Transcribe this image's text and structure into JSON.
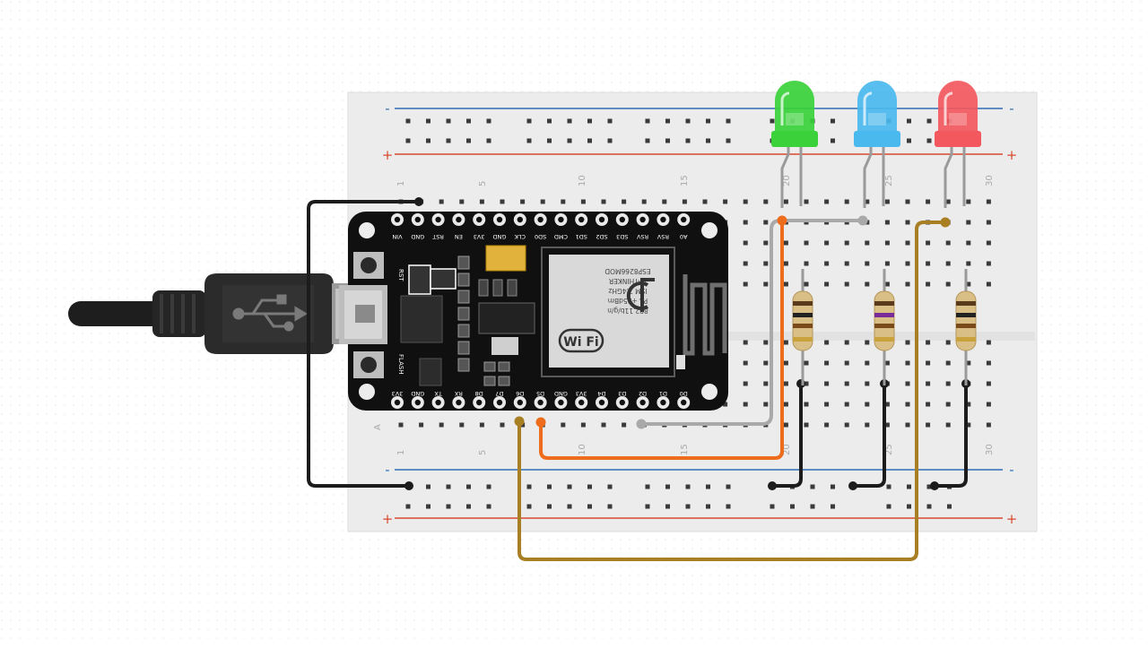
{
  "breadboard": {
    "rail_minus": "-",
    "rail_plus": "+",
    "column_numbers": [
      "1",
      "5",
      "10",
      "15",
      "20",
      "25",
      "30"
    ],
    "row_letter": "A",
    "colors": {
      "board": "#ececec",
      "minus_line": "#2f6db5",
      "plus_line": "#d64a2e"
    }
  },
  "board": {
    "top_pins": [
      "VIN",
      "GND",
      "RST",
      "EN",
      "3V3",
      "GND",
      "CLK",
      "SD0",
      "CMD",
      "SD1",
      "SD2",
      "SD3",
      "RSV",
      "RSV",
      "A0"
    ],
    "bottom_pins": [
      "3V3",
      "GND",
      "TX",
      "RX",
      "D8",
      "D7",
      "D6",
      "D5",
      "GND",
      "3V3",
      "D4",
      "D3",
      "D2",
      "D1",
      "D0"
    ],
    "module_text": [
      "ESP8266MOD",
      "AI-THINKER",
      "ISM 2.4GHz",
      "PA +25dBm",
      "802.11b/g/n"
    ],
    "wifi_mark": "Wi Fi",
    "flash_label": "FLASH",
    "rst_label": "RST"
  },
  "leds": [
    {
      "name": "green",
      "color": "#3ad13a"
    },
    {
      "name": "blue",
      "color": "#4ab9ee"
    },
    {
      "name": "red",
      "color": "#f2585e"
    }
  ],
  "wire_colors": {
    "black": "#1c1c1c",
    "orange": "#ee6d1c",
    "gray": "#a9a9a9",
    "gold": "#a97f24"
  },
  "usb_icon": "usb-icon"
}
